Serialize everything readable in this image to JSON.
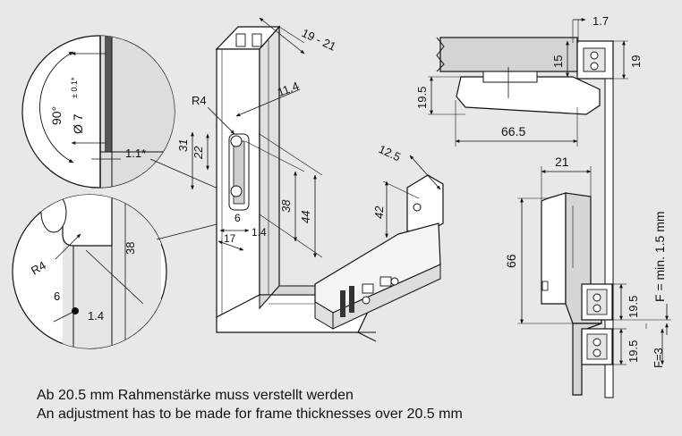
{
  "colors": {
    "background": "#e8e8e8",
    "line": "#111111",
    "part_fill": "#ffffff",
    "shade": "#d8d8d8"
  },
  "captions": {
    "de": "Ab 20.5 mm Rahmenstärke muss verstellt werden",
    "en": "An adjustment has to be made for frame thicknesses over 20.5 mm"
  },
  "detail_circle_top": {
    "angle": "90°",
    "hole_diameter": "Ø 7",
    "tolerance": "± 0.1*",
    "offset": "1.1*"
  },
  "detail_circle_bottom": {
    "radius": "R4",
    "depth": "38",
    "width": "6",
    "edge": "1.4"
  },
  "frame_view": {
    "profile": "19 - 21",
    "edge_distance": "11.4",
    "radius": "R4",
    "height_31": "31",
    "height_22": "22",
    "height_38": "38",
    "height_44": "44",
    "slot_6": "6",
    "width_17": "17",
    "edge_1_4": "1.4"
  },
  "hinge_view": {
    "height": "42",
    "offset": "12.5"
  },
  "section_top": {
    "gap": "1.7",
    "height_15": "15",
    "height_19": "19",
    "height_19_5": "19.5",
    "width": "66.5"
  },
  "section_side": {
    "width": "21",
    "height": "66",
    "gap_upper": "19.5",
    "gap_lower": "19.5",
    "label_f_min": "F = min. 1.5 mm",
    "label_f": "F=3"
  }
}
